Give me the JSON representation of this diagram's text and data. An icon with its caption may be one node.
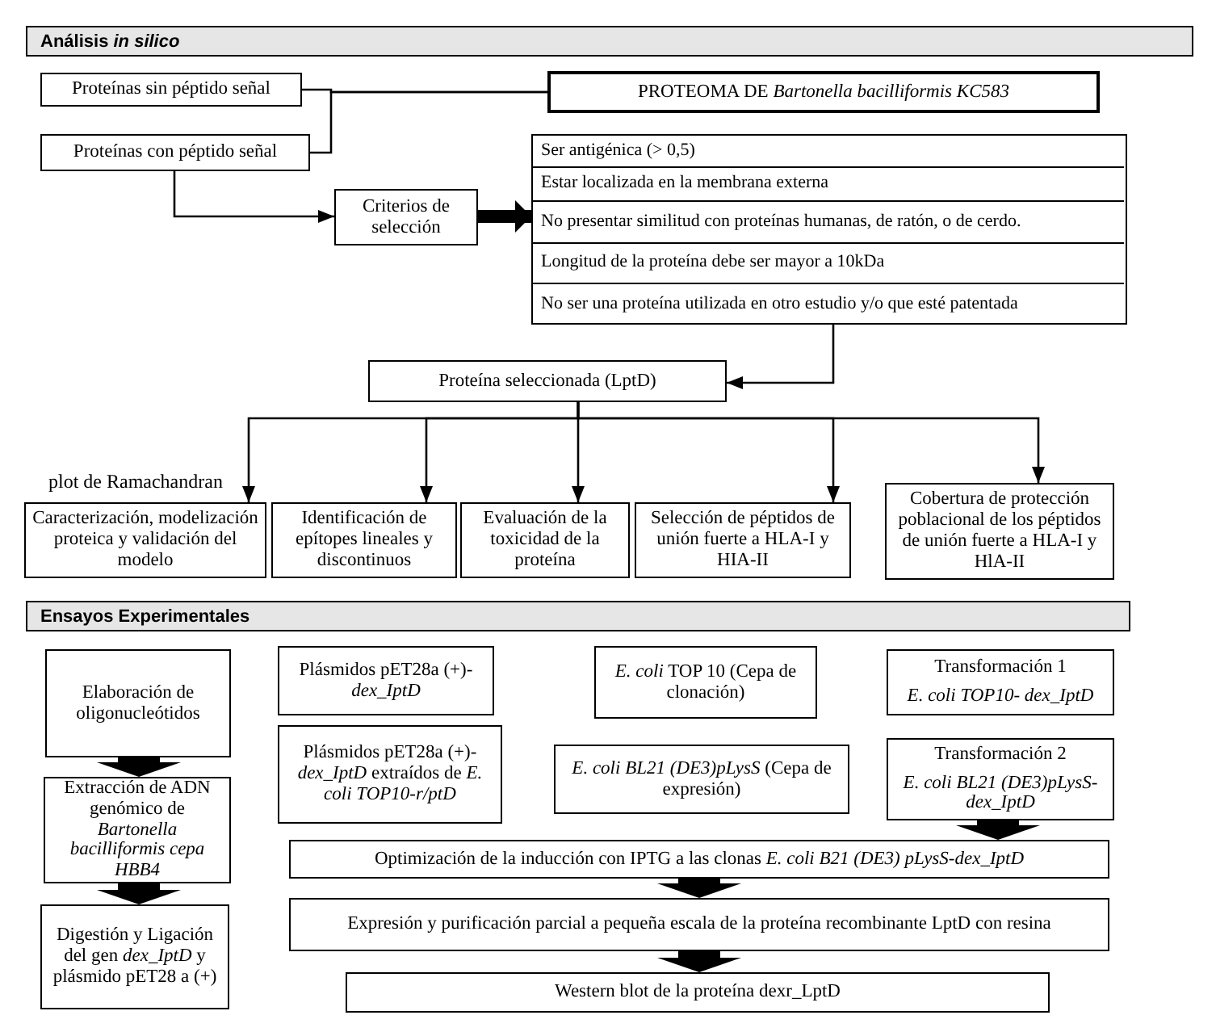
{
  "diagram": {
    "nodes": [
      {
        "text": [
          "Análisis *in silico*"
        ]
      },
      {
        "text": [
          "Proteínas sin péptido señal"
        ]
      },
      {
        "text": [
          "Proteínas con péptido señal"
        ]
      },
      {
        "text": [
          "PROTEOMA DE *Bartonella bacilliformis KC583*"
        ]
      },
      {
        "text": [
          "Criterios de selección"
        ]
      },
      {
        "text": [],
        "shape": "box"
      },
      {
        "text": [
          "Ser antigénica (> 0,5)"
        ],
        "in": 5
      },
      {
        "text": [
          "Estar localizada en la membrana externa"
        ],
        "in": 5
      },
      {
        "text": [
          "No presentar similitud con proteínas humanas, de ratón, o de cerdo."
        ],
        "in": 5
      },
      {
        "text": [
          "Longitud de la proteína debe ser mayor a 10kDa"
        ],
        "in": 5
      },
      {
        "text": [
          "No ser una proteína utilizada en otro estudio y/o que esté patentada"
        ],
        "in": 5
      },
      {
        "text": [
          "Proteína seleccionada (LptD)"
        ]
      },
      {
        "text": [
          "Caracterización, modelización proteica y validación del modelo"
        ],
        "beside": [
          "plot de Ramachandran"
        ]
      },
      {
        "text": [
          "Identificación de epítopes lineales y discontinuos"
        ]
      },
      {
        "text": [
          "Evaluación de la toxicidad de la proteína"
        ]
      },
      {
        "text": [
          "Selección de péptidos de unión fuerte a HLA-I y HIA-II"
        ]
      },
      {
        "text": [
          "Cobertura de protección poblacional de los péptidos de unión fuerte a HLA-I y HlA-II"
        ]
      },
      {
        "text": [
          "Ensayos Experimentales"
        ]
      },
      {
        "text": [
          "Elaboración de oligonucleótidos"
        ]
      },
      {
        "text": [
          "Extracción de ADN genómico de *Bartonella bacilliformis cepa HBB4*"
        ]
      },
      {
        "text": [
          "Digestión y Ligación del gen *dex_IptD* y plásmido pET28 a (+)"
        ]
      },
      {
        "text": [
          "Plásmidos pET28a (+)-*dex_IptD*"
        ]
      },
      {
        "text": [
          "Plásmidos pET28a (+)-*dex_IptD* extraídos de *E. coli TOP10-r/ptD*"
        ]
      },
      {
        "text": [
          "*E. coli* TOP 10 (Cepa de clonación)"
        ]
      },
      {
        "text": [
          "*E. coli BL21 (DE3)pLysS* (Cepa de expresión)"
        ]
      },
      {
        "text": [
          "Transformación 1",
          "E. coli TOP10- dex_IptD"
        ]
      },
      {
        "text": [
          "Transformación 2",
          "E. coli BL21 (DE3)pLysS- dex_IptD"
        ]
      },
      {
        "text": [
          "Optimización de la inducción con IPTG a las clonas *E. coli B21 (DE3) pLysS-dex_IptD*"
        ]
      },
      {
        "text": [
          "Expresión y purificación parcial a pequeña escala de la proteína recombinante LptD con resina"
        ]
      },
      {
        "text": [
          "Western blot de la proteína dexr_LptD"
        ]
      }
    ],
    "edges": [
      {
        "from": 1,
        "to": 3,
        "arrow": "none"
      },
      {
        "from": 2,
        "to": 3,
        "arrow": "none"
      },
      {
        "from": 2,
        "to": 4,
        "arrow": "to"
      },
      {
        "from": 4,
        "to": 5,
        "arrow": "to",
        "style": "thick"
      },
      {
        "from": 5,
        "to": 11,
        "arrow": "to"
      },
      {
        "from": 11,
        "to": 12,
        "arrow": "to"
      },
      {
        "from": 11,
        "to": 13,
        "arrow": "to"
      },
      {
        "from": 11,
        "to": 14,
        "arrow": "to"
      },
      {
        "from": 11,
        "to": 15,
        "arrow": "to"
      },
      {
        "from": 11,
        "to": 16,
        "arrow": "to"
      },
      {
        "from": 18,
        "to": 19,
        "arrow": "to",
        "style": "thick"
      },
      {
        "from": 19,
        "to": 20,
        "arrow": "to",
        "style": "thick"
      },
      {
        "from": 26,
        "to": 27,
        "arrow": "to",
        "style": "thick"
      },
      {
        "from": 27,
        "to": 28,
        "arrow": "to",
        "style": "thick"
      },
      {
        "from": 28,
        "to": 29,
        "arrow": "to",
        "style": "thick"
      }
    ]
  }
}
